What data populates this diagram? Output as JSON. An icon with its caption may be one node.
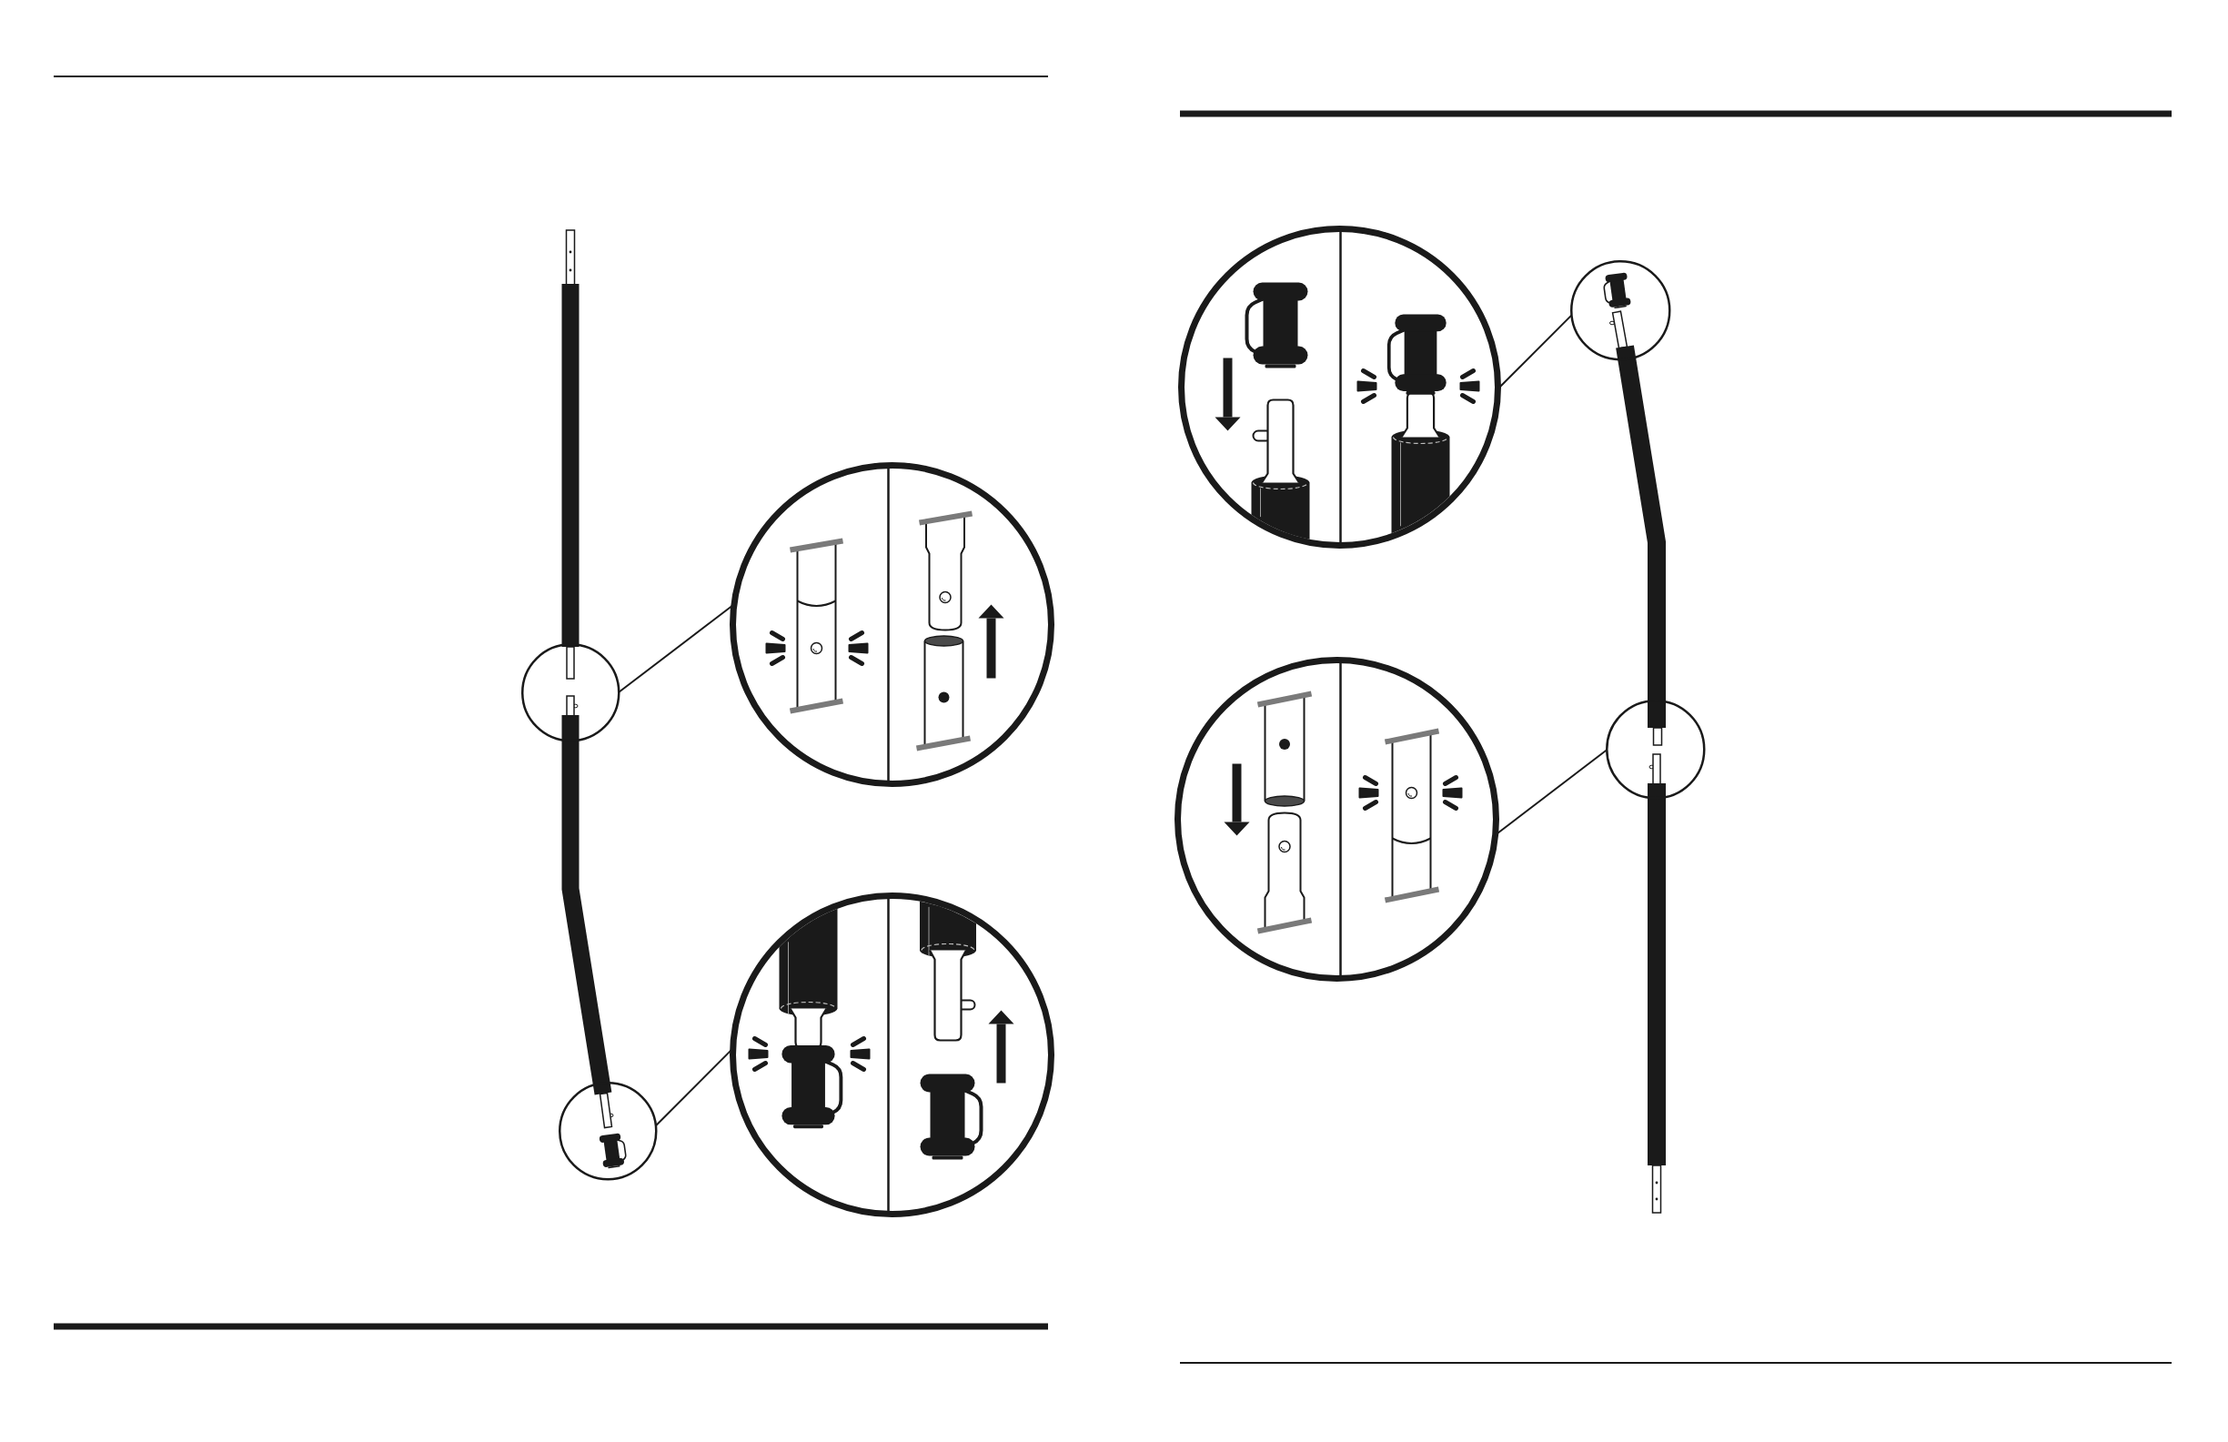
{
  "diagram": {
    "nodes": [
      {
        "text": [],
        "shape": "circle"
      },
      {
        "text": [],
        "shape": "circle"
      },
      {
        "text": [],
        "shape": "circle"
      },
      {
        "text": [],
        "shape": "circle"
      },
      {
        "text": [],
        "shape": "circle"
      },
      {
        "text": [],
        "shape": "circle"
      },
      {
        "text": [],
        "shape": "circle"
      },
      {
        "text": [],
        "shape": "circle"
      }
    ],
    "edges": [
      {
        "from": 1,
        "to": 0,
        "arrow": "none"
      },
      {
        "from": 3,
        "to": 2,
        "arrow": "none"
      },
      {
        "from": 5,
        "to": 4,
        "arrow": "none"
      },
      {
        "from": 7,
        "to": 6,
        "arrow": "none"
      }
    ]
  }
}
